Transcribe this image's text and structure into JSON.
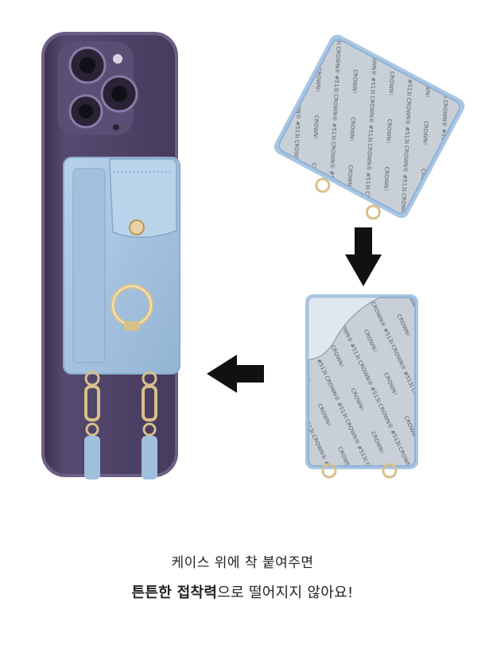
{
  "caption": {
    "line1": "케이스 위에 착 붙여주면",
    "line2_bold": "튼튼한 접착력",
    "line2_rest": "으로 떨어지지 않아요!"
  },
  "sticker_text": "CROWN® #513L",
  "colors": {
    "phone_body": "#4b3e63",
    "phone_edge": "#6d5f86",
    "wallet_blue": "#a9c6e2",
    "wallet_blue_dark": "#8fb0d1",
    "sticker_gray": "#c9cfd6",
    "sticker_border": "#8eb1d6",
    "ring_gold": "#d8c08a",
    "arrow": "#111111"
  },
  "icons": [
    "arrow-down-icon",
    "arrow-left-icon",
    "ring-icon",
    "snap-button-icon",
    "clasp-icon"
  ]
}
